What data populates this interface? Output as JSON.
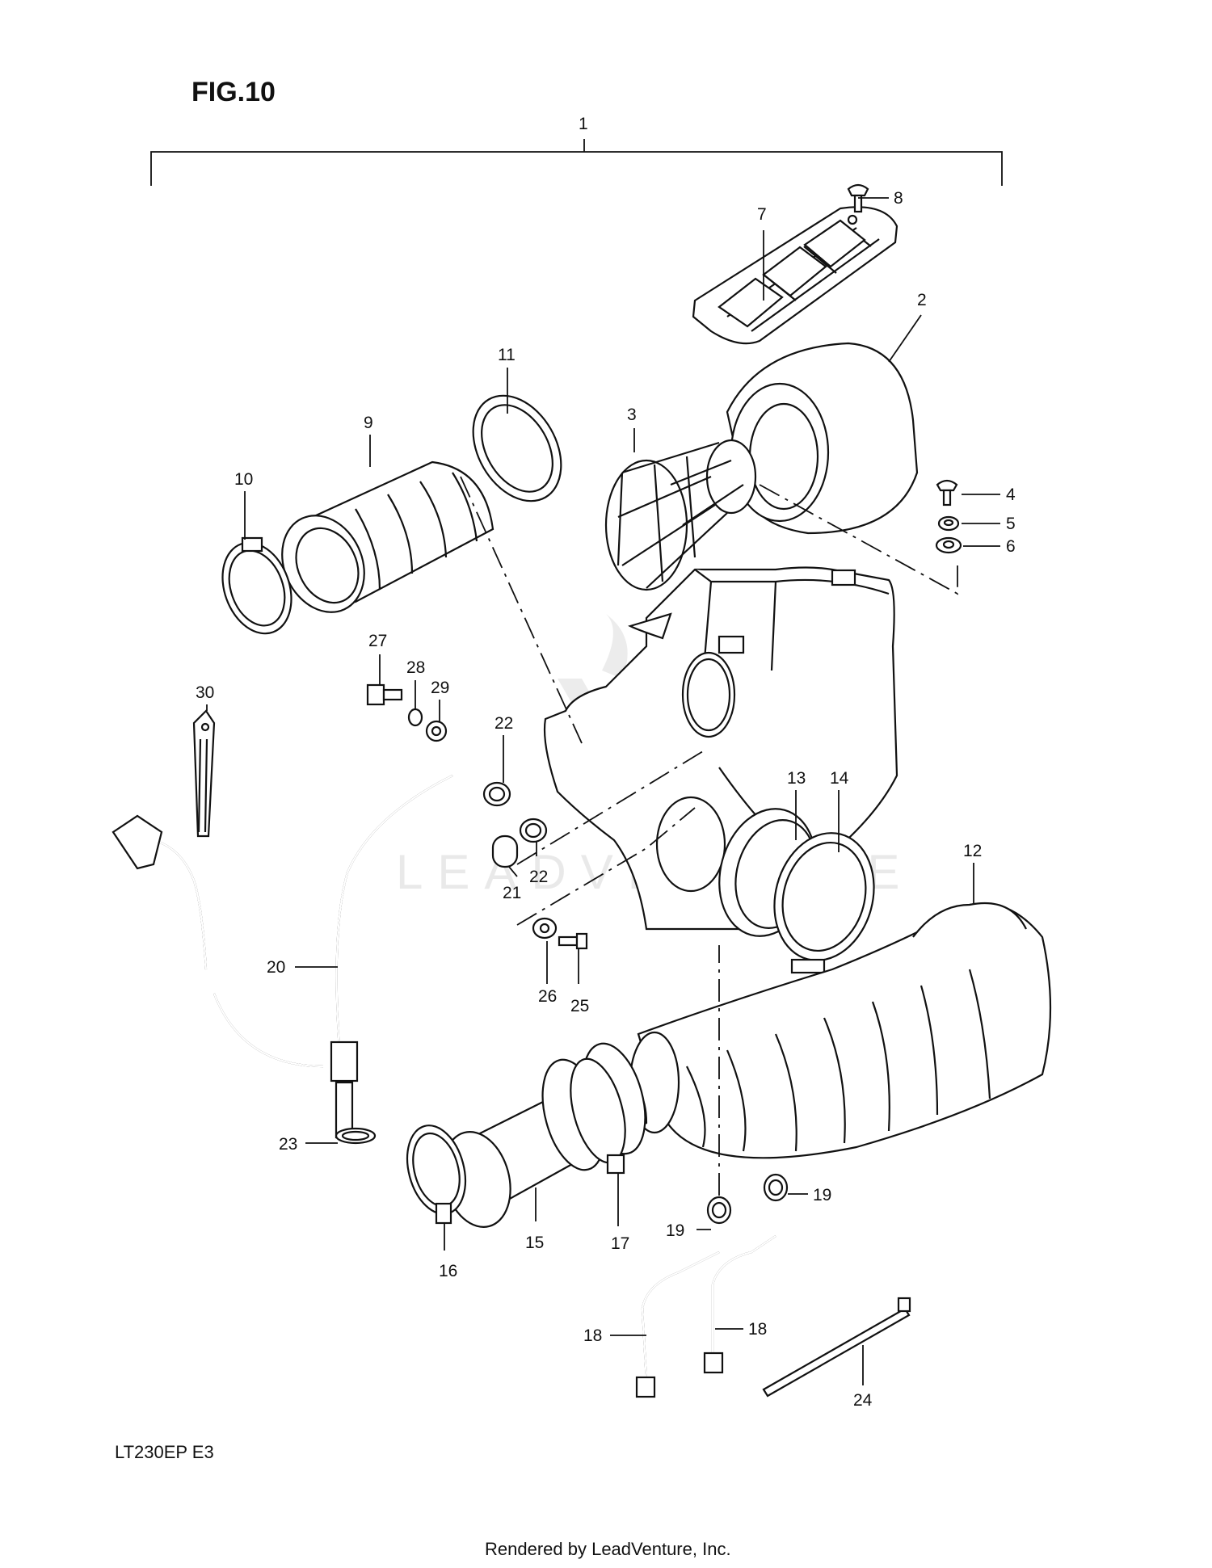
{
  "figure_title": "FIG.10",
  "model_code": "LT230EP  E3",
  "footer_credit": "Rendered by LeadVenture, Inc.",
  "watermark": "LEADVENTURE",
  "parts": [
    {
      "id": "1",
      "label": "1",
      "icon": "air-cleaner-assembly-bracket"
    },
    {
      "id": "2",
      "label": "2",
      "icon": "filter-element-icon"
    },
    {
      "id": "3",
      "label": "3",
      "icon": "element-cage-icon"
    },
    {
      "id": "4",
      "label": "4",
      "icon": "screw-icon"
    },
    {
      "id": "5",
      "label": "5",
      "icon": "nut-icon"
    },
    {
      "id": "6",
      "label": "6",
      "icon": "washer-icon"
    },
    {
      "id": "7",
      "label": "7",
      "icon": "cover-plate-icon"
    },
    {
      "id": "8",
      "label": "8",
      "icon": "screw-icon"
    },
    {
      "id": "9",
      "label": "9",
      "icon": "outlet-tube-icon"
    },
    {
      "id": "10",
      "label": "10",
      "icon": "clamp-icon"
    },
    {
      "id": "11",
      "label": "11",
      "icon": "seal-ring-icon"
    },
    {
      "id": "12",
      "label": "12",
      "icon": "inlet-duct-icon"
    },
    {
      "id": "13",
      "label": "13",
      "icon": "connector-icon"
    },
    {
      "id": "14",
      "label": "14",
      "icon": "clamp-icon"
    },
    {
      "id": "15",
      "label": "15",
      "icon": "connector-tube-icon"
    },
    {
      "id": "16",
      "label": "16",
      "icon": "clamp-icon"
    },
    {
      "id": "17",
      "label": "17",
      "icon": "clamp-icon"
    },
    {
      "id": "18",
      "label": "18",
      "icon": "drain-hose-icon"
    },
    {
      "id": "19",
      "label": "19",
      "icon": "hose-clip-icon"
    },
    {
      "id": "20",
      "label": "20",
      "icon": "breather-hose-icon"
    },
    {
      "id": "21",
      "label": "21",
      "icon": "plug-icon"
    },
    {
      "id": "22",
      "label": "22",
      "icon": "hose-clip-icon"
    },
    {
      "id": "23",
      "label": "23",
      "icon": "hose-clip-icon"
    },
    {
      "id": "24",
      "label": "24",
      "icon": "cable-tie-icon"
    },
    {
      "id": "25",
      "label": "25",
      "icon": "bolt-icon"
    },
    {
      "id": "26",
      "label": "26",
      "icon": "washer-icon"
    },
    {
      "id": "27",
      "label": "27",
      "icon": "bolt-icon"
    },
    {
      "id": "28",
      "label": "28",
      "icon": "washer-icon"
    },
    {
      "id": "29",
      "label": "29",
      "icon": "washer-icon"
    },
    {
      "id": "30",
      "label": "30",
      "icon": "clamp-strap-icon"
    }
  ],
  "extra_labels": [
    {
      "id": "19b",
      "label": "19"
    },
    {
      "id": "18b",
      "label": "18"
    },
    {
      "id": "22b",
      "label": "22"
    }
  ]
}
